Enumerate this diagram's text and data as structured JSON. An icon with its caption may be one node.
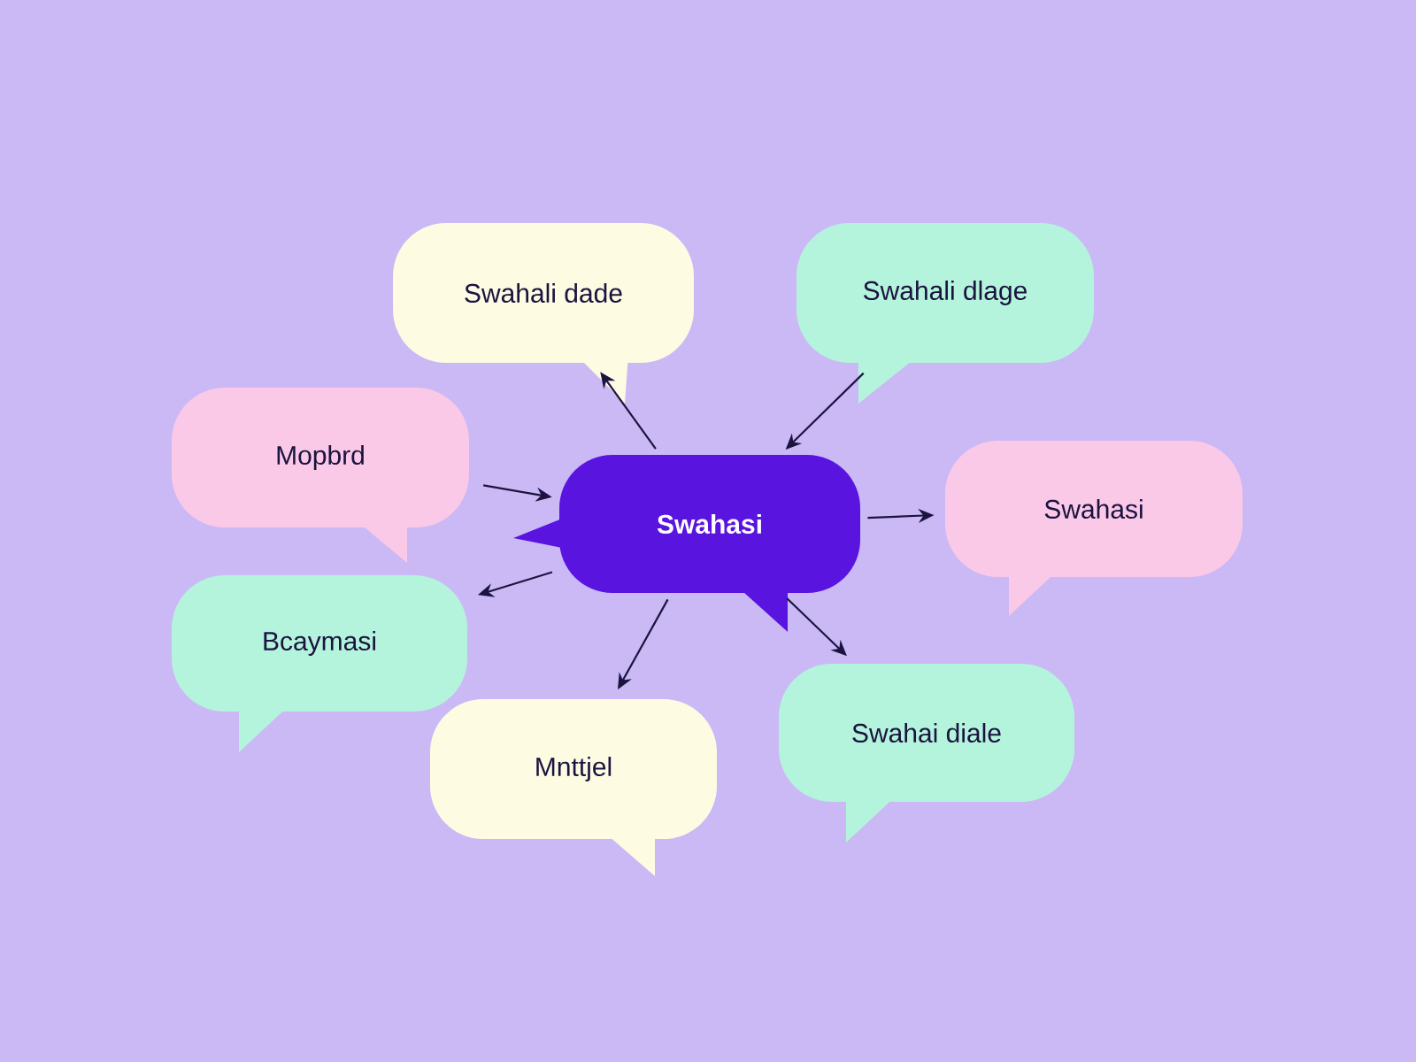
{
  "diagram": {
    "nodes": [
      {
        "text": [
          "Swahali dade"
        ]
      },
      {
        "text": [
          "Swahali dlage"
        ]
      },
      {
        "text": [
          "Mopbrd"
        ]
      },
      {
        "text": [
          "Swahasi"
        ]
      },
      {
        "text": [
          "Swahasi"
        ]
      },
      {
        "text": [
          "Bcaymasi"
        ]
      },
      {
        "text": [
          "Mnttjel"
        ]
      },
      {
        "text": [
          "Swahai diale"
        ]
      }
    ],
    "edges": [
      {
        "from": 3,
        "to": 0,
        "arrow": "to"
      },
      {
        "from": 1,
        "to": 3,
        "arrow": "to"
      },
      {
        "from": 2,
        "to": 3,
        "arrow": "to"
      },
      {
        "from": 3,
        "to": 4,
        "arrow": "to"
      },
      {
        "from": 3,
        "to": 5,
        "arrow": "to"
      },
      {
        "from": 3,
        "to": 6,
        "arrow": "to"
      },
      {
        "from": 3,
        "to": 7,
        "arrow": "to"
      }
    ]
  }
}
